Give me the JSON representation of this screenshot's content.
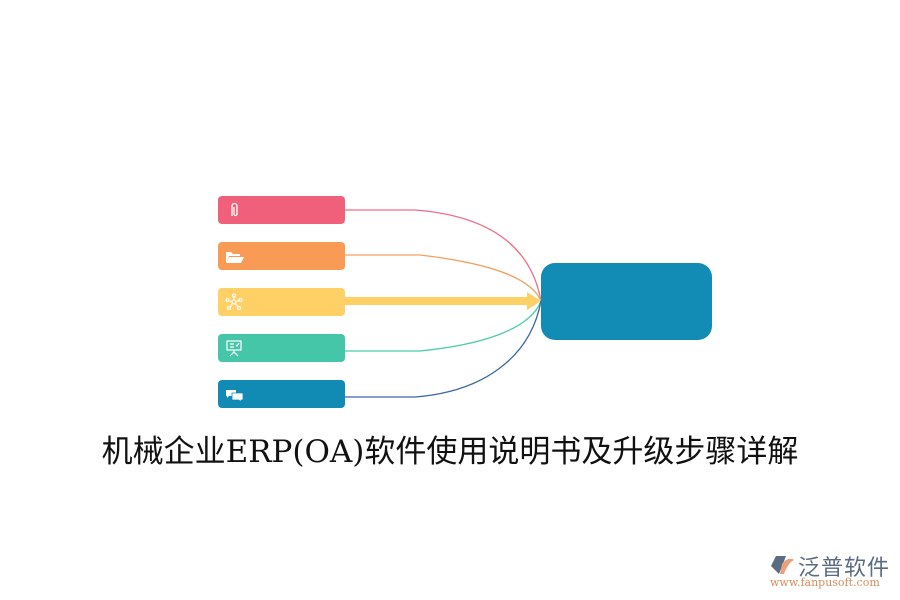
{
  "diagram": {
    "title": "机械企业ERP(OA)软件使用说明书及升级步骤详解",
    "center_node": {
      "label": "",
      "color": "#128bb5"
    },
    "nodes": [
      {
        "label": "",
        "icon": "paperclip-icon",
        "color": "#f0607a",
        "line_color": "#ee6f89"
      },
      {
        "label": "",
        "icon": "folder-open-icon",
        "color": "#f99a55",
        "line_color": "#f5a060"
      },
      {
        "label": "",
        "icon": "network-icon",
        "color": "#fed066",
        "line_color": "#fed066"
      },
      {
        "label": "",
        "icon": "presentation-board-icon",
        "color": "#46c6a8",
        "line_color": "#4bcaa9"
      },
      {
        "label": "",
        "icon": "chat-bubbles-icon",
        "color": "#118ab4",
        "line_color": "#3c66a8"
      }
    ]
  },
  "watermark": {
    "brand": "泛普软件",
    "url": "www.fanpusoft.com"
  }
}
